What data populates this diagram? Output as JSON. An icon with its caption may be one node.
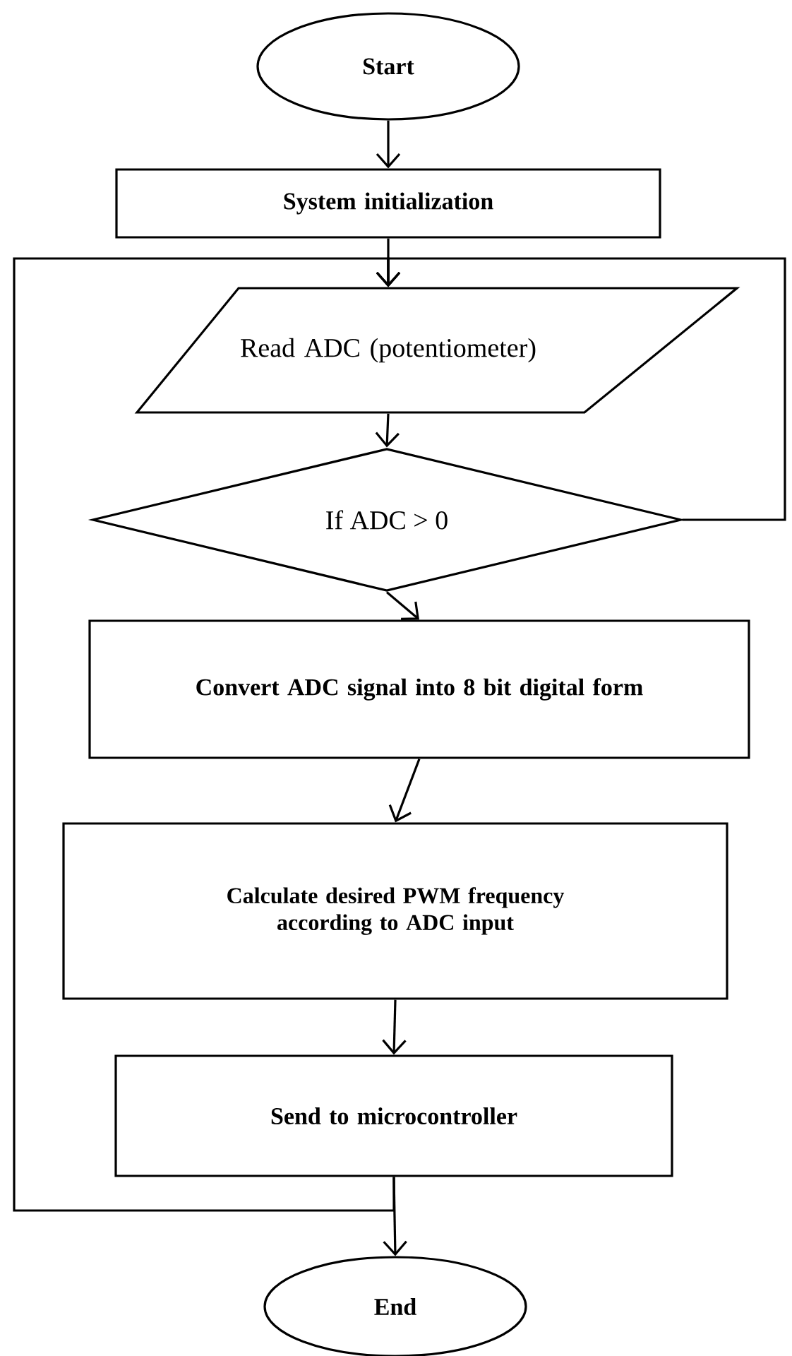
{
  "diagram": {
    "nodes": [
      {
        "text": [
          "Start"
        ]
      },
      {
        "text": [
          "System initialization"
        ]
      },
      {
        "text": [
          "Read ADC (potentiometer)"
        ]
      },
      {
        "text": [
          "If ADC > 0"
        ]
      },
      {
        "text": [
          "Convert ADC signal into 8 bit digital form"
        ]
      },
      {
        "text": [
          "Calculate desired PWM frequency according to ADC input"
        ]
      },
      {
        "text": [
          "Send to microcontroller"
        ]
      },
      {
        "text": [
          "End"
        ]
      }
    ],
    "edges": [
      {
        "from": 0,
        "to": 1,
        "arrow": "to"
      },
      {
        "from": 1,
        "to": 2,
        "arrow": "to"
      },
      {
        "from": 2,
        "to": 3,
        "arrow": "to"
      },
      {
        "from": 3,
        "to": 4,
        "arrow": "to"
      },
      {
        "from": 3,
        "to": 2,
        "arrow": "to"
      },
      {
        "from": 4,
        "to": 5,
        "arrow": "to"
      },
      {
        "from": 5,
        "to": 6,
        "arrow": "to"
      },
      {
        "from": 6,
        "to": 7,
        "arrow": "to"
      },
      {
        "from": 6,
        "to": 2,
        "arrow": "to"
      }
    ]
  }
}
